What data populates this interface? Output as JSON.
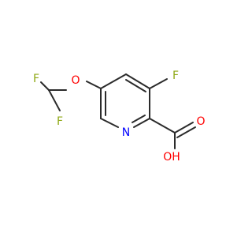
{
  "molecule": {
    "atoms": {
      "F_top": {
        "symbol": "F",
        "color": "#8fa816"
      },
      "F_bottom": {
        "symbol": "F",
        "color": "#8fa816"
      },
      "O_ether": {
        "symbol": "O",
        "color": "#ff0000"
      },
      "F_ring": {
        "symbol": "F",
        "color": "#8fa816"
      },
      "N_ring": {
        "symbol": "N",
        "color": "#0000ff"
      },
      "O_carbonyl": {
        "symbol": "O",
        "color": "#ff0000"
      },
      "OH": {
        "symbol": "OH",
        "color": "#ff0000"
      }
    },
    "bond_color": "#2b2b2b"
  }
}
